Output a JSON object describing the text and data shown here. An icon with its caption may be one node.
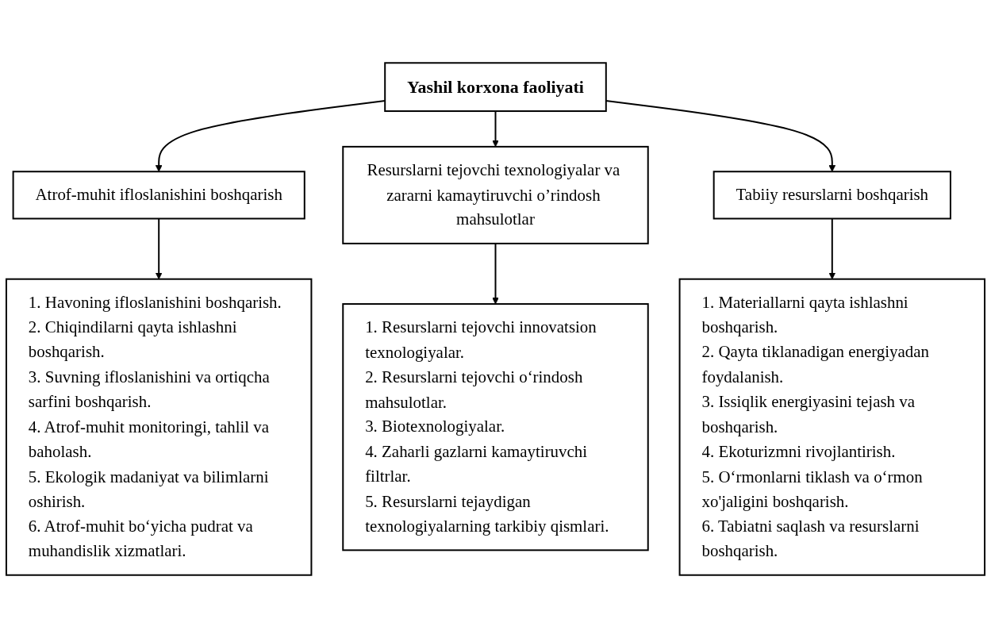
{
  "diagram": {
    "nodes": [
      {
        "text": [
          "Yashil korxona faoliyati"
        ]
      },
      {
        "text": [
          "Atrof-muhit ifloslanishini boshqarish"
        ]
      },
      {
        "text": [
          "Resurslarni tejovchi texnologiyalar va zararni kamaytiruvchi o’rindosh mahsulotlar"
        ]
      },
      {
        "text": [
          "Tabiiy resurslarni boshqarish"
        ]
      },
      {
        "text": [
          "1. Havoning ifloslanishini boshqarish.",
          "2. Chiqindilarni qayta ishlashni boshqarish.",
          "3. Suvning ifloslanishini va ortiqcha sarfini boshqarish.",
          "4. Atrof-muhit monitoringi, tahlil va baholash.",
          "5. Ekologik madaniyat va bilimlarni oshirish.",
          "6. Atrof-muhit bo‘yicha pudrat va muhandislik xizmatlari."
        ]
      },
      {
        "text": [
          "1. Resurslarni tejovchi innovatsion texnologiyalar.",
          "2. Resurslarni tejovchi o‘rindosh mahsulotlar.",
          "3. Biotexnologiyalar.",
          "4. Zaharli gazlarni kamaytiruvchi filtrlar.",
          "5. Resurslarni tejaydigan texnologiyalarning tarkibiy qismlari."
        ]
      },
      {
        "text": [
          "1. Materiallarni qayta ishlashni boshqarish.",
          "2. Qayta tiklanadigan energiyadan foydalanish.",
          "3. Issiqlik energiyasini tejash va boshqarish.",
          "4. Ekoturizmni rivojlantirish.",
          "5. O‘rmonlarni tiklash va o‘rmon xo'jaligini boshqarish.",
          "6. Tabiatni saqlash va resurslarni boshqarish."
        ]
      }
    ],
    "edges": [
      {
        "from": 0,
        "to": 1,
        "arrow": "to"
      },
      {
        "from": 0,
        "to": 2,
        "arrow": "to"
      },
      {
        "from": 0,
        "to": 3,
        "arrow": "to"
      },
      {
        "from": 1,
        "to": 4,
        "arrow": "to"
      },
      {
        "from": 2,
        "to": 5,
        "arrow": "to"
      },
      {
        "from": 3,
        "to": 6,
        "arrow": "to"
      }
    ]
  }
}
